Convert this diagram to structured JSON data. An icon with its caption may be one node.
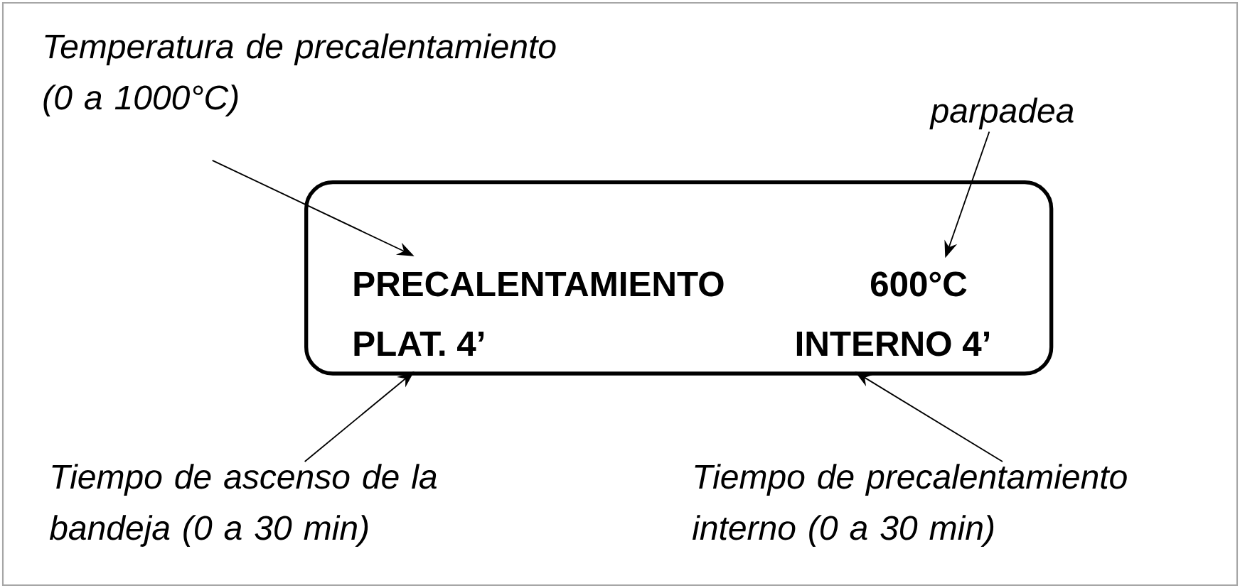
{
  "diagram": {
    "nodes": [
      {
        "text": [
          "Temperatura de precalentamiento (0 a 1000°C)"
        ]
      },
      {
        "text": [
          "parpadea"
        ]
      },
      {
        "text": [],
        "shape": "box"
      },
      {
        "text": [
          "PRECALENTAMIENTO"
        ],
        "in": 2
      },
      {
        "text": [
          "600°C"
        ],
        "in": 2
      },
      {
        "text": [
          "PLAT. 4’"
        ],
        "in": 2
      },
      {
        "text": [
          "INTERNO 4’"
        ],
        "in": 2
      },
      {
        "text": [
          "Tiempo de ascenso de la bandeja (0 a 30 min)"
        ]
      },
      {
        "text": [
          "Tiempo de precalentamiento interno (0 a 30 min)"
        ]
      }
    ],
    "edges": [
      {
        "from": 0,
        "to": 3,
        "arrow": "to"
      },
      {
        "from": 1,
        "to": 4,
        "arrow": "to"
      },
      {
        "from": 7,
        "to": 5,
        "arrow": "to"
      },
      {
        "from": 8,
        "to": 6,
        "arrow": "to"
      }
    ]
  }
}
